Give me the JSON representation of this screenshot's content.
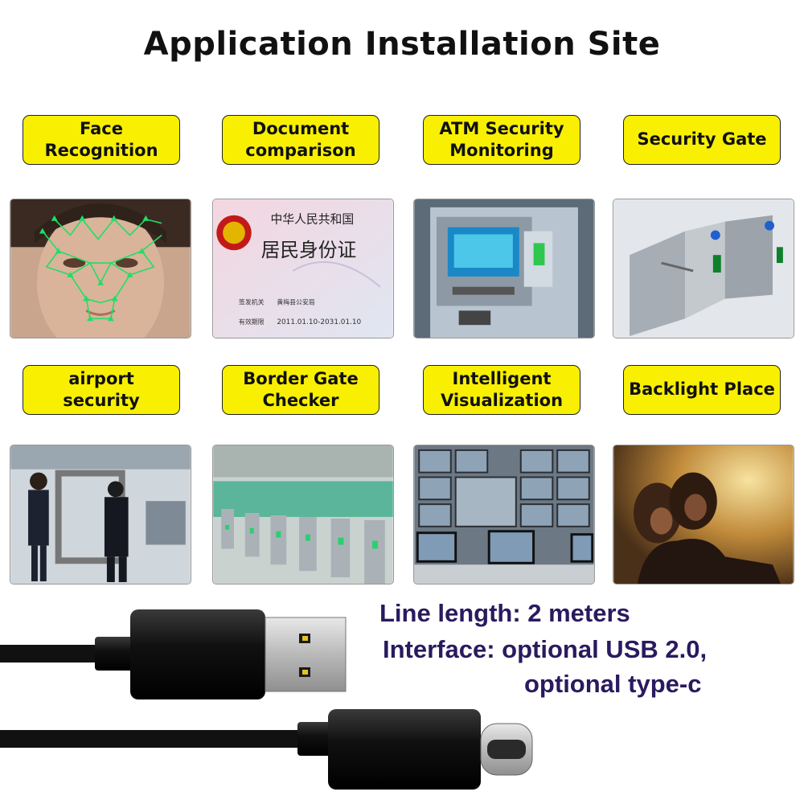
{
  "title": "Application Installation Site",
  "colors": {
    "accent": "#f8f000",
    "spec_text": "#2a1a5e",
    "mesh": "#22dd66"
  },
  "scenarios": [
    {
      "label": "Face\nRecognition",
      "image": "face-mesh-photo"
    },
    {
      "label": "Document\ncomparison",
      "image": "id-card-photo"
    },
    {
      "label": "ATM Security\nMonitoring",
      "image": "atm-photo"
    },
    {
      "label": "Security Gate",
      "image": "turnstile-photo"
    },
    {
      "label": "airport security",
      "image": "airport-checkpoint-photo"
    },
    {
      "label": "Border Gate\nChecker",
      "image": "border-gates-photo"
    },
    {
      "label": "Intelligent\nVisualization",
      "image": "monitor-wall-photo"
    },
    {
      "label": "Backlight Place",
      "image": "backlit-people-photo"
    }
  ],
  "id_card": {
    "header": "中华人民共和国",
    "title": "居民身份证",
    "authority_label": "签发机关",
    "authority_value": "黄梅县公安局",
    "validity_label": "有效期限",
    "validity_value": "2011.01.10-2031.01.10"
  },
  "specs": {
    "line1": "Line length: 2 meters",
    "line2": "Interface: optional USB 2.0,",
    "line3": "optional type-c"
  }
}
